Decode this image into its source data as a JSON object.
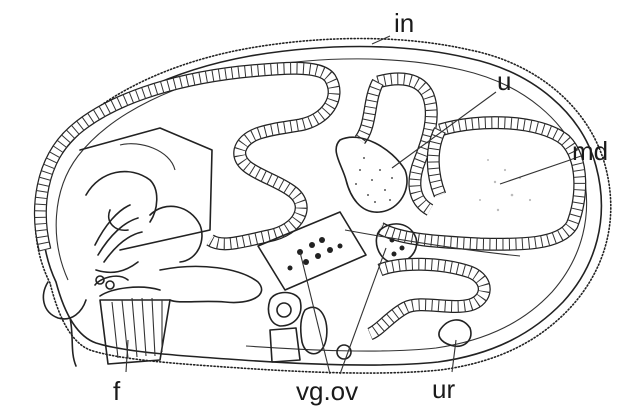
{
  "labels": {
    "in": "in",
    "u": "u",
    "md": "md",
    "f": "f",
    "vg_ov": "vg.ov",
    "ur": "ur"
  },
  "colors": {
    "ink": "#222222",
    "background": "#ffffff"
  }
}
